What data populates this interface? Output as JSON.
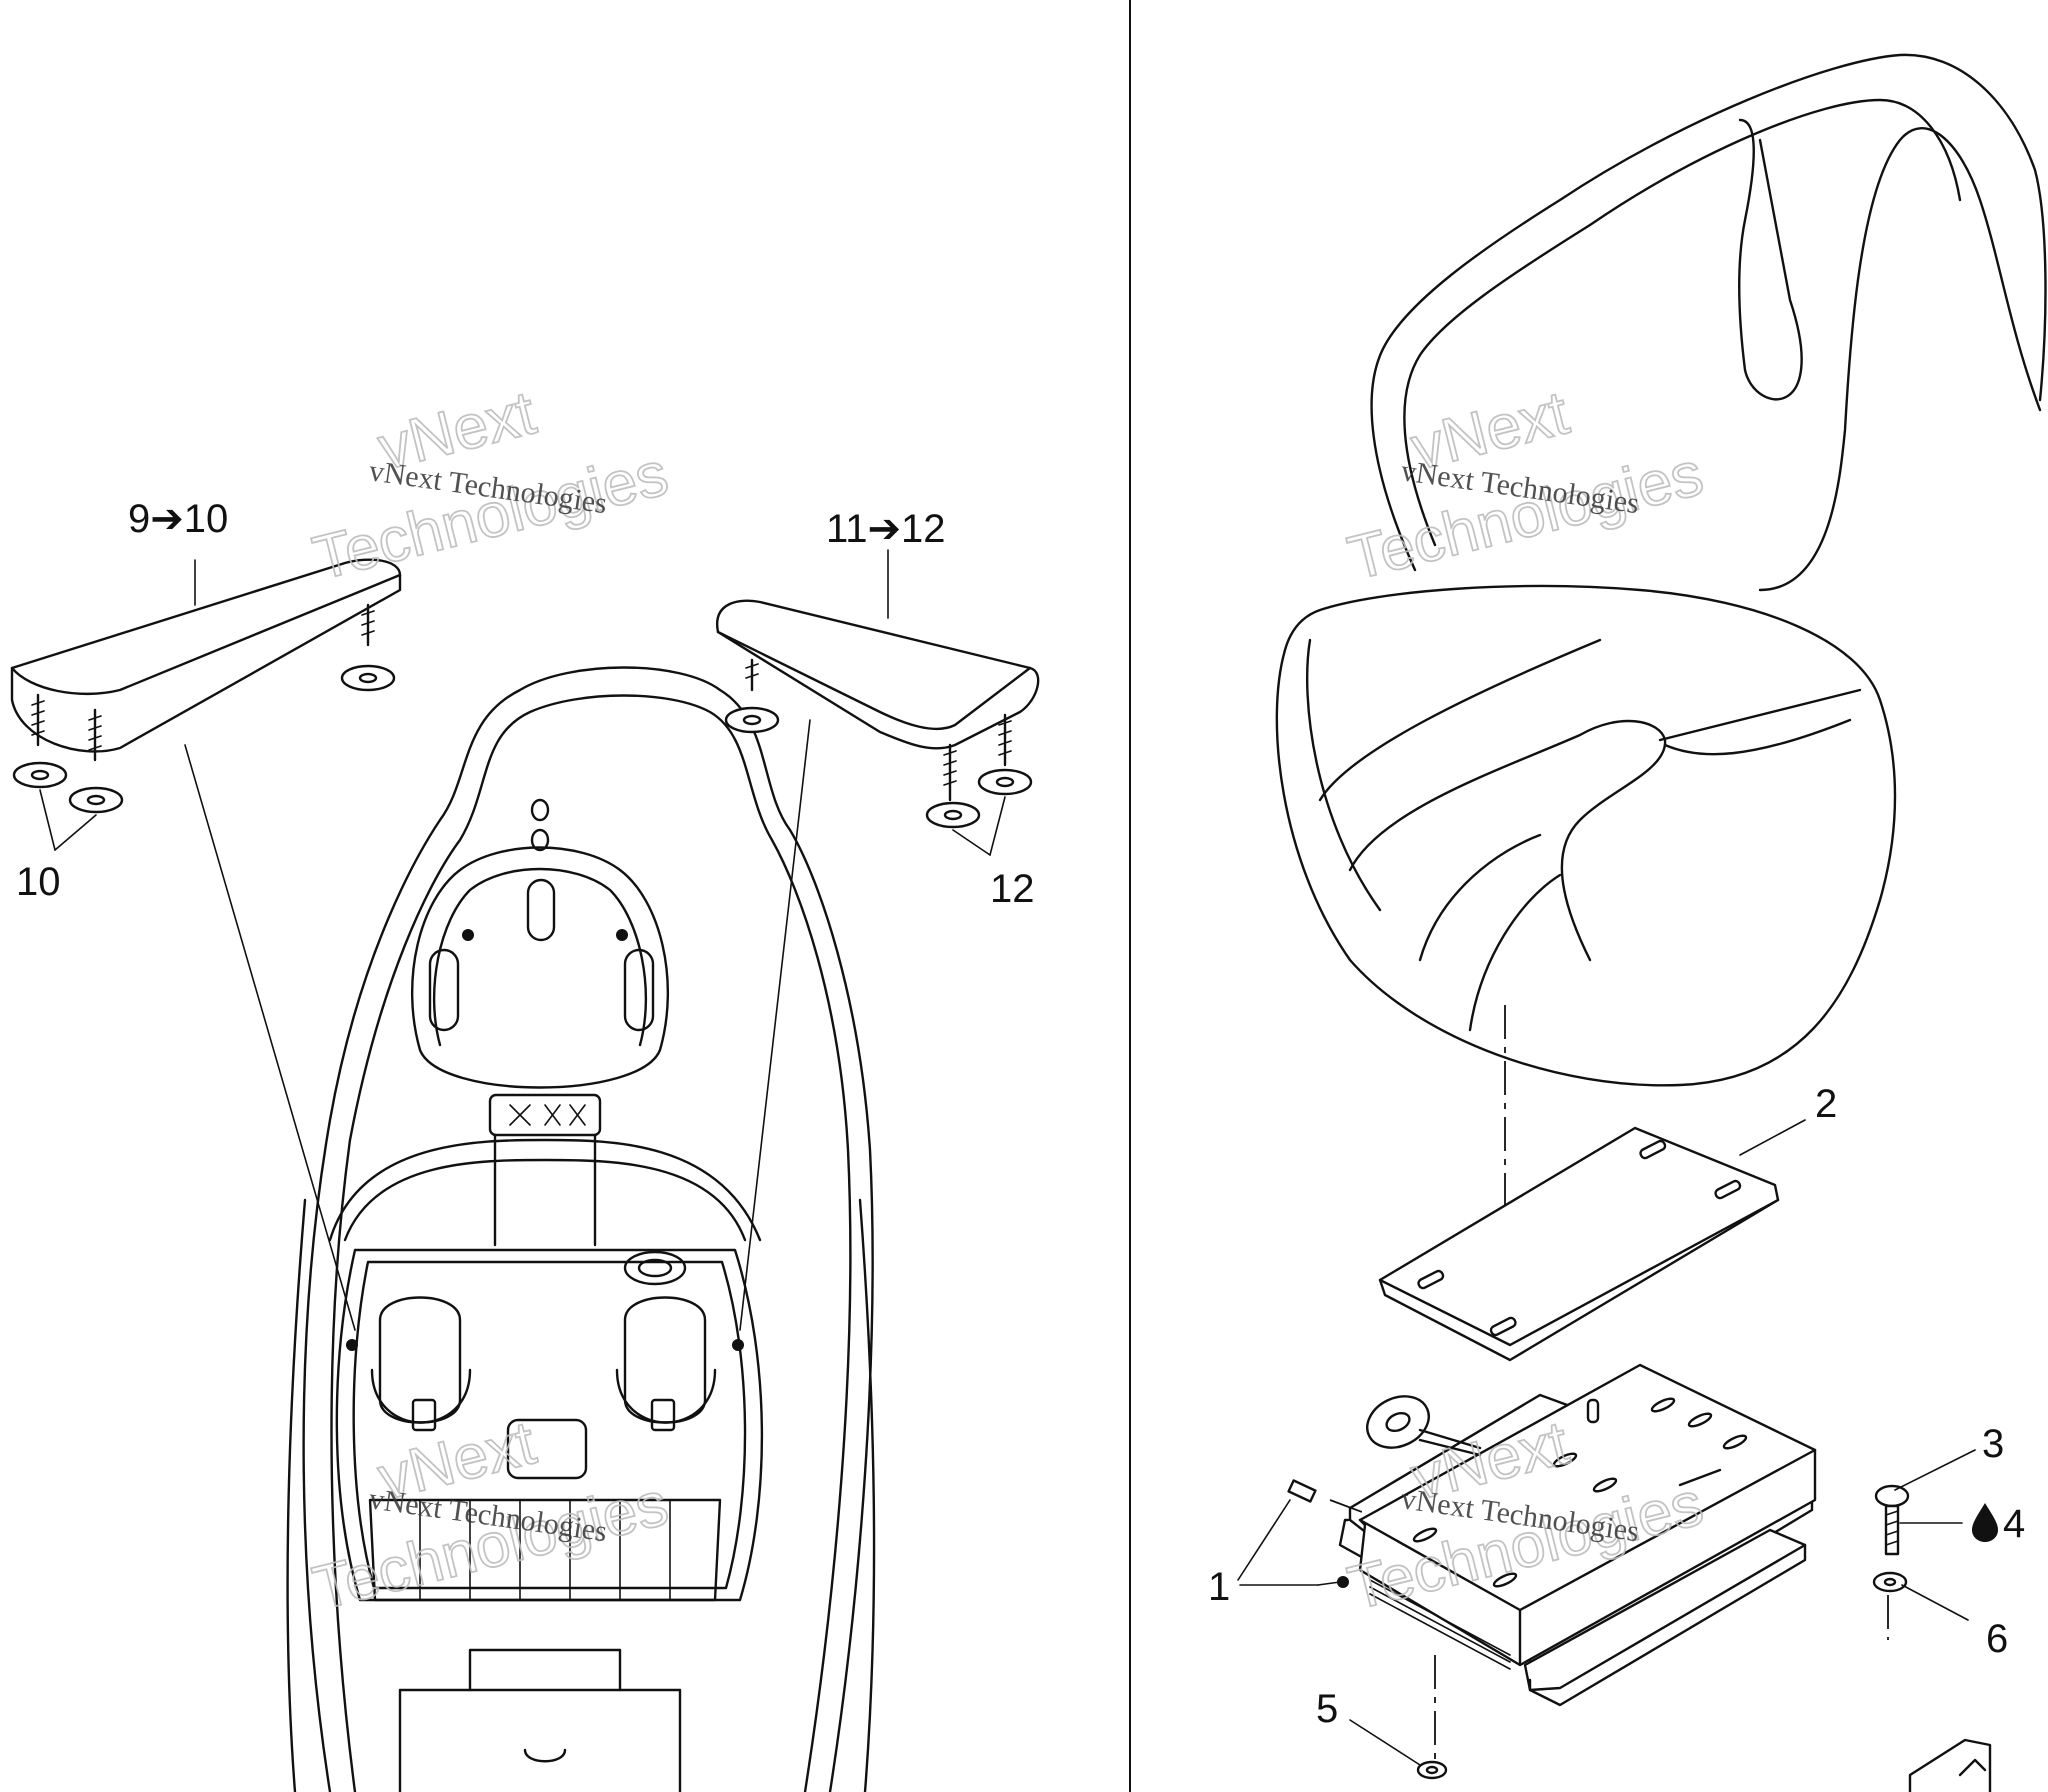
{
  "callouts": {
    "c_9_10": "9➔10",
    "c_11_12": "11➔12",
    "c_10": "10",
    "c_12": "12",
    "c_1": "1",
    "c_2": "2",
    "c_3": "3",
    "c_4": "4",
    "c_5": "5",
    "c_6": "6"
  },
  "watermark": {
    "line1": "vNext",
    "line2": "Technologies",
    "caption": "vNext Technologies"
  },
  "icons": {
    "drop": "drop-icon"
  }
}
